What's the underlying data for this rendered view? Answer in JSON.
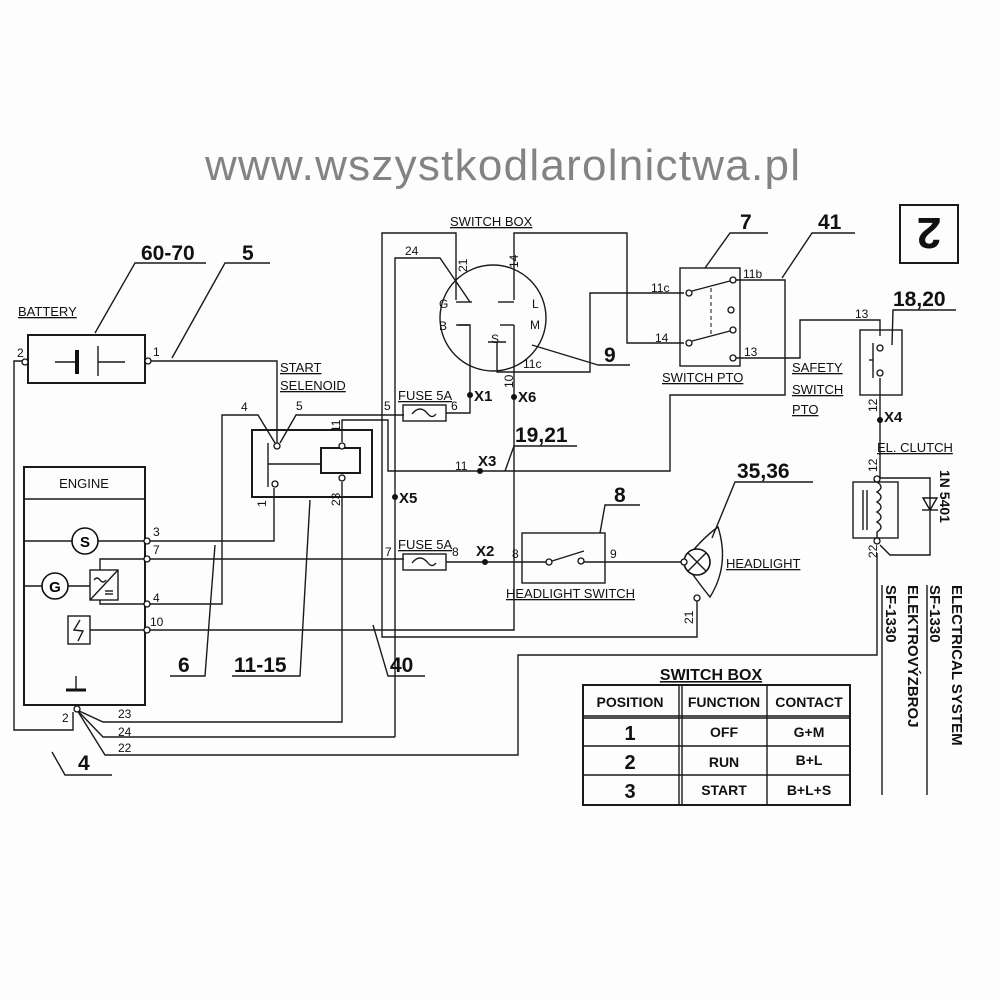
{
  "sheet_number": "2",
  "title": {
    "line1": "ELECTRICAL SYSTEM",
    "line2": "SF-1330",
    "line3": "ELEKTROVÝZBROJ",
    "line4": "SF-1330"
  },
  "components": {
    "battery": "BATTERY",
    "start_selenoid_1": "START",
    "start_selenoid_2": "SELENOID",
    "switch_box": "SWITCH BOX",
    "fuse_1": "FUSE 5A",
    "fuse_2": "FUSE 5A",
    "switch_pto": "SWITCH  PTO",
    "safety_1": "SAFETY",
    "safety_2": "SWITCH",
    "safety_3": "PTO",
    "el_clutch": "EL. CLUTCH",
    "engine": "ENGINE",
    "headlight": "HEADLIGHT",
    "headlight_switch": "HEADLIGHT SWITCH",
    "starter_symbol": "S",
    "generator_symbol": "G"
  },
  "callouts": [
    "60-70",
    "5",
    "7",
    "41",
    "18,20",
    "9",
    "19,21",
    "35,36",
    "8",
    "6",
    "11-15",
    "40",
    "4"
  ],
  "connectors": [
    "X1",
    "X6",
    "X3",
    "X5",
    "X2",
    "X4"
  ],
  "terminal_labels": [
    "2",
    "1",
    "4",
    "5",
    "11",
    "23",
    "1",
    "5",
    "6",
    "11",
    "24",
    "21",
    "14",
    "G",
    "B",
    "L",
    "M",
    "S",
    "11c",
    "10",
    "11c",
    "14",
    "11b",
    "13",
    "13",
    "12",
    "12",
    "22",
    "3",
    "7",
    "4",
    "10",
    "2",
    "23",
    "24",
    "22",
    "7",
    "8",
    "8",
    "9",
    "21",
    "1N 5401"
  ],
  "table": {
    "title": "SWITCH BOX",
    "headers": [
      "POSITION",
      "FUNCTION",
      "CONTACT"
    ],
    "rows": [
      {
        "position": "1",
        "function": "OFF",
        "contact": "G+M"
      },
      {
        "position": "2",
        "function": "RUN",
        "contact": "B+L"
      },
      {
        "position": "3",
        "function": "START",
        "contact": "B+L+S"
      }
    ]
  },
  "watermark": "www.wszystkodlarolnictwa.pl"
}
